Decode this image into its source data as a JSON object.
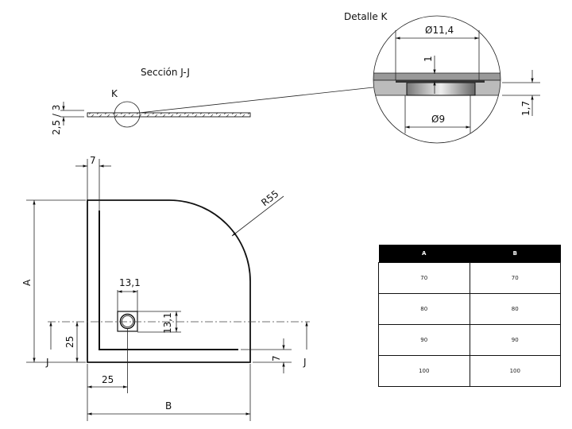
{
  "section": {
    "title": "Sección J-J",
    "detail_marker": "K",
    "thickness": "2,5 / 3"
  },
  "detail": {
    "title": "Detalle K",
    "outer_diameter": "Ø11,4",
    "inner_diameter": "Ø9",
    "depth": "1",
    "height": "1,7"
  },
  "plan": {
    "rim_width": "7",
    "radius": "R55",
    "dim_a": "A",
    "dim_b": "B",
    "drain_width": "13,1",
    "drain_height": "13,1",
    "drain_offset_x": "25",
    "drain_offset_y": "25",
    "bottom_rim": "7",
    "section_mark_left": "J",
    "section_mark_right": "J"
  },
  "table": {
    "headers": [
      "A",
      "B"
    ],
    "rows": [
      [
        "70",
        "70"
      ],
      [
        "80",
        "80"
      ],
      [
        "90",
        "90"
      ],
      [
        "100",
        "100"
      ]
    ]
  }
}
